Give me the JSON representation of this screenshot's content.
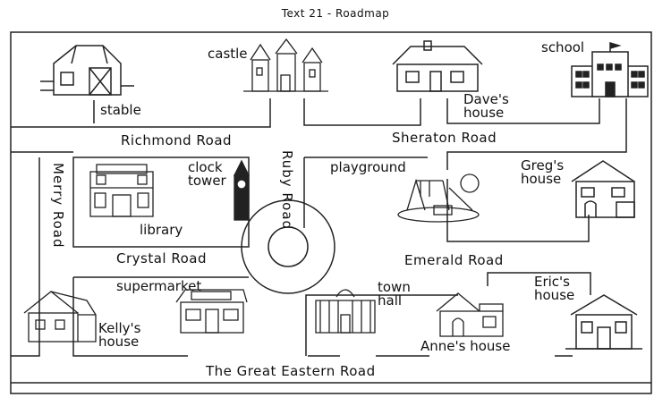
{
  "title": "Text 21 - Roadmap",
  "roads": {
    "richmond": "Richmond Road",
    "sheraton": "Sheraton Road",
    "merry": "Merry Road",
    "ruby": "Ruby Road",
    "crystal": "Crystal Road",
    "emerald": "Emerald Road",
    "great_eastern": "The Great Eastern Road"
  },
  "places": {
    "stable": "stable",
    "castle": "castle",
    "daves_house": "Dave's house",
    "school": "school",
    "clock_tower": "clock tower",
    "library": "library",
    "playground": "playground",
    "gregs_house": "Greg's house",
    "supermarket": "supermarket",
    "town_hall": "town hall",
    "erics_house": "Eric's house",
    "kellys_house": "Kelly's house",
    "annes_house": "Anne's house"
  },
  "icons": [
    "barn-icon",
    "castle-icon",
    "house-icon",
    "school-icon",
    "library-icon",
    "clock-tower-icon",
    "playground-icon",
    "supermarket-icon",
    "town-hall-icon"
  ]
}
